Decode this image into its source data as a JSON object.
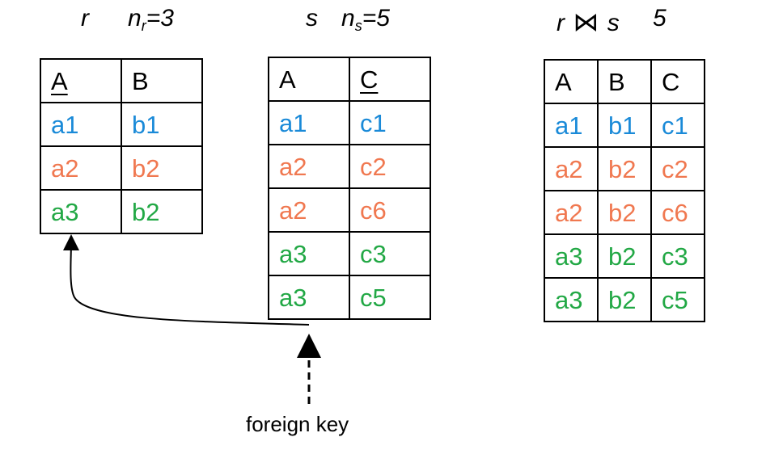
{
  "colors": {
    "row1": "#1a8ad8",
    "row2": "#f07850",
    "row3": "#22a845",
    "text": "#000000"
  },
  "labels": {
    "r_name": "r",
    "r_count_n": "n",
    "r_count_sub": "r",
    "r_count_val": "=3",
    "s_name": "s",
    "s_count_n": "n",
    "s_count_sub": "s",
    "s_count_val": "=5",
    "join_left": "r",
    "join_symbol": "⋈",
    "join_right": "s",
    "join_count": "5"
  },
  "table_r": {
    "headers": [
      "A",
      "B"
    ],
    "key_columns": [
      "A"
    ],
    "rows": [
      {
        "color": "row1",
        "cells": [
          "a1",
          "b1"
        ]
      },
      {
        "color": "row2",
        "cells": [
          "a2",
          "b2"
        ]
      },
      {
        "color": "row3",
        "cells": [
          "a3",
          "b2"
        ]
      }
    ]
  },
  "table_s": {
    "headers": [
      "A",
      "C"
    ],
    "key_columns": [
      "C"
    ],
    "rows": [
      {
        "color": "row1",
        "cells": [
          "a1",
          "c1"
        ]
      },
      {
        "color": "row2",
        "cells": [
          "a2",
          "c2"
        ]
      },
      {
        "color": "row2",
        "cells": [
          "a2",
          "c6"
        ]
      },
      {
        "color": "row3",
        "cells": [
          "a3",
          "c3"
        ]
      },
      {
        "color": "row3",
        "cells": [
          "a3",
          "c5"
        ]
      }
    ]
  },
  "table_join": {
    "headers": [
      "A",
      "B",
      "C"
    ],
    "key_columns": [],
    "rows": [
      {
        "color": "row1",
        "cells": [
          "a1",
          "b1",
          "c1"
        ]
      },
      {
        "color": "row2",
        "cells": [
          "a2",
          "b2",
          "c2"
        ]
      },
      {
        "color": "row2",
        "cells": [
          "a2",
          "b2",
          "c6"
        ]
      },
      {
        "color": "row3",
        "cells": [
          "a3",
          "b2",
          "c3"
        ]
      },
      {
        "color": "row3",
        "cells": [
          "a3",
          "b2",
          "c5"
        ]
      }
    ]
  },
  "foreign_key_label": "foreign key"
}
